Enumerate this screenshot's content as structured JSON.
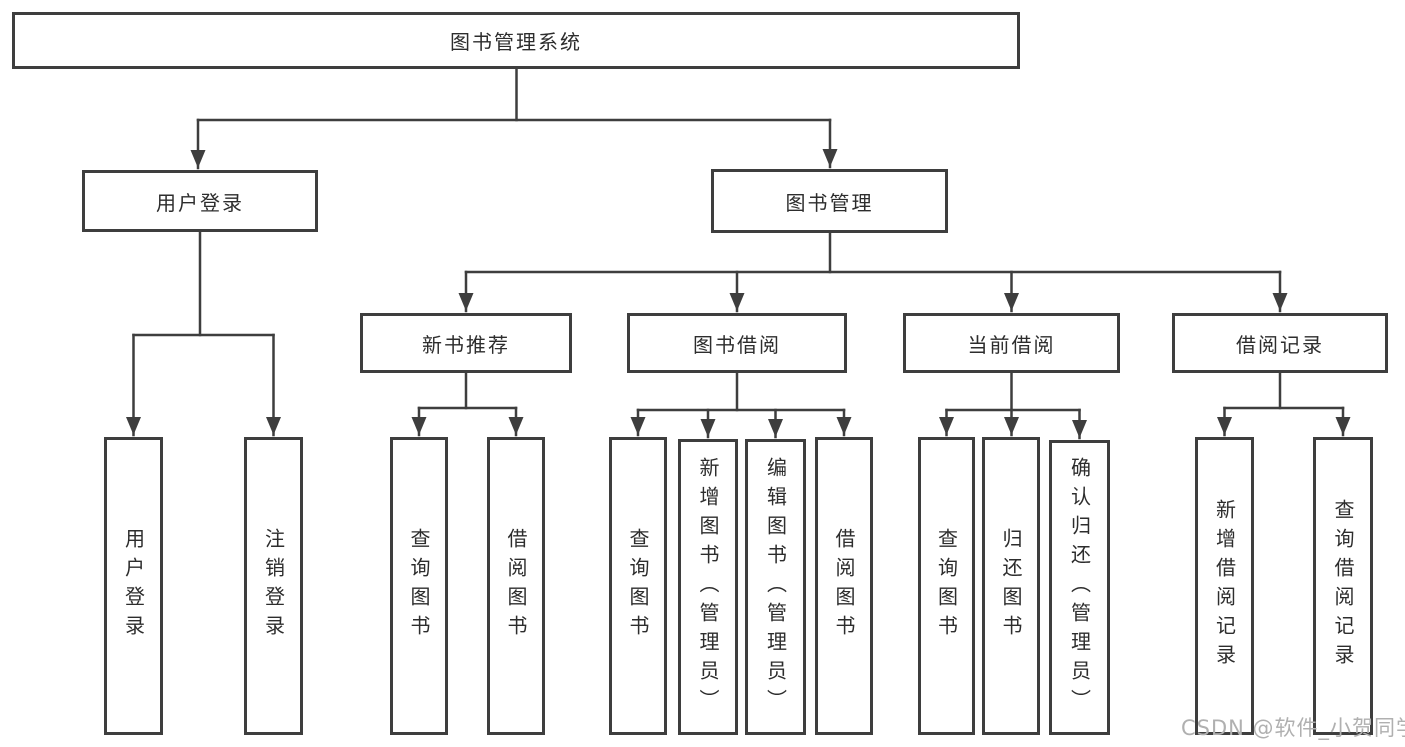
{
  "diagram_title": "图书管理系统",
  "colors": {
    "line": "#3e3e3e",
    "text": "#2d2d2d",
    "watermark": "#b0b0b0",
    "background": "#ffffff"
  },
  "tree": {
    "root": {
      "label": "图书管理系统"
    },
    "branches": [
      {
        "label": "用户登录",
        "children": [
          {
            "label": "用户登录"
          },
          {
            "label": "注销登录"
          }
        ]
      },
      {
        "label": "图书管理",
        "children": [
          {
            "label": "新书推荐",
            "children": [
              {
                "label": "查询图书"
              },
              {
                "label": "借阅图书"
              }
            ]
          },
          {
            "label": "图书借阅",
            "children": [
              {
                "label": "查询图书"
              },
              {
                "label": "新增图书（管理员）"
              },
              {
                "label": "编辑图书（管理员）"
              },
              {
                "label": "借阅图书"
              }
            ]
          },
          {
            "label": "当前借阅",
            "children": [
              {
                "label": "查询图书"
              },
              {
                "label": "归还图书"
              },
              {
                "label": "确认归还（管理员）"
              }
            ]
          },
          {
            "label": "借阅记录",
            "children": [
              {
                "label": "新增借阅记录"
              },
              {
                "label": "查询借阅记录"
              }
            ]
          }
        ]
      }
    ]
  },
  "watermark": {
    "text": "CSDN @软件_小贺同学"
  }
}
